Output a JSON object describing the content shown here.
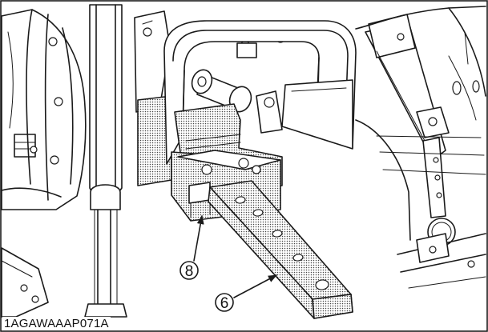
{
  "figure": {
    "code": "1AGAWAAAP071A",
    "callouts": [
      {
        "id": "8",
        "label": "8"
      },
      {
        "id": "6",
        "label": "6"
      }
    ]
  },
  "colors": {
    "line": "#1a1a1a",
    "background": "#ffffff",
    "stipple": "#444444"
  }
}
